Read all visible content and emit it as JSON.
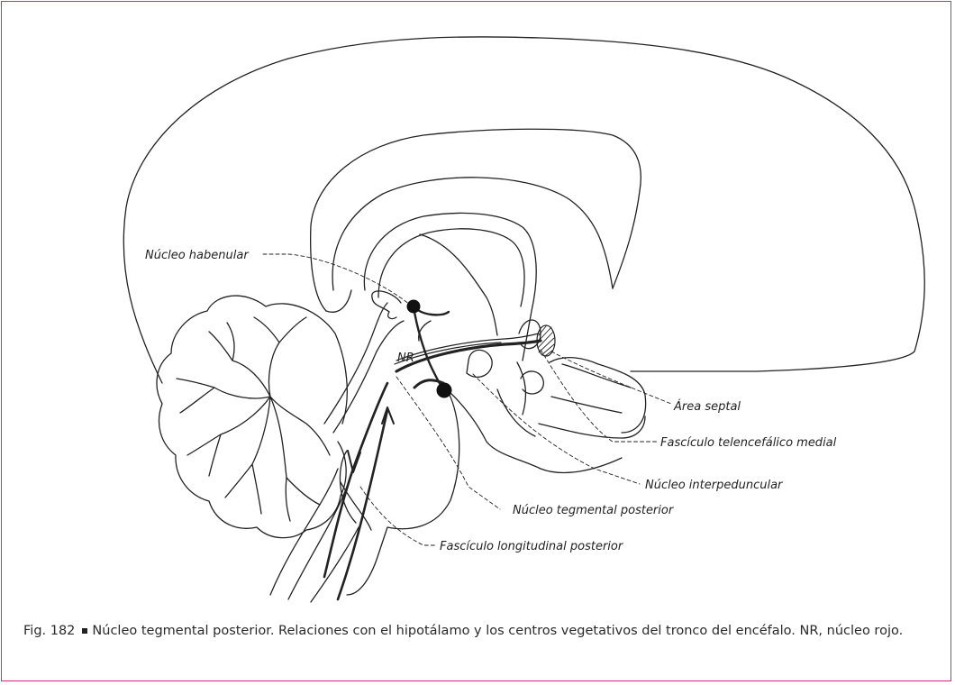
{
  "labels": {
    "habenular": "Núcleo habenular",
    "nr": "NR",
    "septal": "Área septal",
    "telencefalico": "Fascículo telencefálico medial",
    "interpeduncular": "Núcleo interpeduncular",
    "tegmental": "Núcleo tegmental posterior",
    "longitudinal": "Fascículo longitudinal posterior"
  },
  "caption": {
    "figure": "Fig. 182",
    "text": "Núcleo tegmental posterior. Relaciones con el hipotálamo y los centros vegetativos del tronco del encéfalo. NR, núcleo rojo."
  },
  "colors": {
    "border": "#d6287f",
    "ink": "#222222"
  }
}
